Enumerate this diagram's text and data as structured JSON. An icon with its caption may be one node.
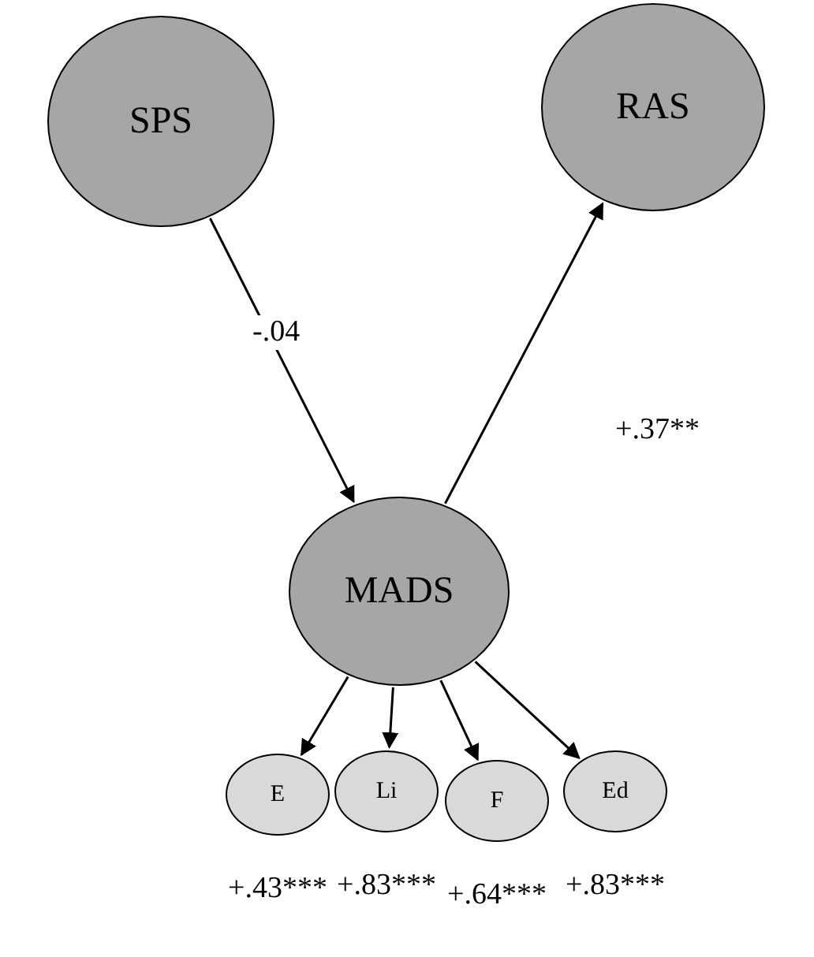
{
  "diagram": {
    "nodes": [
      {
        "text": [
          "SPS"
        ]
      },
      {
        "text": [
          "RAS"
        ]
      },
      {
        "text": [
          "MADS"
        ]
      },
      {
        "text": [
          "E"
        ],
        "beside": [
          "+.43***"
        ]
      },
      {
        "text": [
          "Li"
        ],
        "beside": [
          "+.83***"
        ]
      },
      {
        "text": [
          "F"
        ],
        "beside": [
          "+.64***"
        ]
      },
      {
        "text": [
          "Ed"
        ],
        "beside": [
          "+.83***"
        ]
      }
    ],
    "edges": [
      {
        "from": 0,
        "to": 2,
        "arrow": "to",
        "label": "-.04"
      },
      {
        "from": 2,
        "to": 1,
        "arrow": "to",
        "label": "+.37**"
      },
      {
        "from": 2,
        "to": 3,
        "arrow": "to"
      },
      {
        "from": 2,
        "to": 4,
        "arrow": "to"
      },
      {
        "from": 2,
        "to": 5,
        "arrow": "to"
      },
      {
        "from": 2,
        "to": 6,
        "arrow": "to"
      }
    ]
  }
}
